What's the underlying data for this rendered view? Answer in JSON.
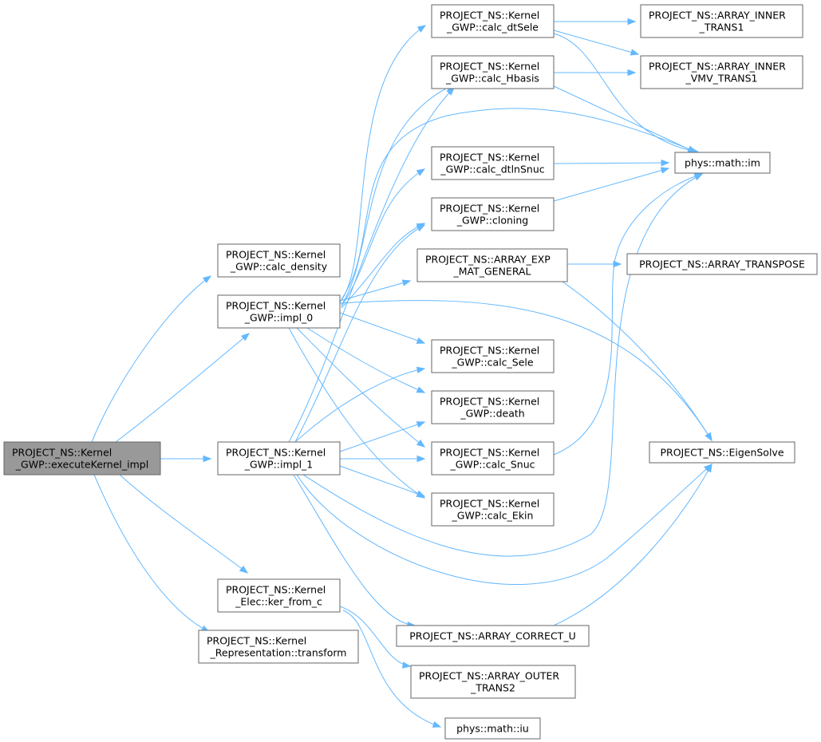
{
  "graph": {
    "nodes": [
      {
        "id": "root",
        "lines": [
          "PROJECT_NS::Kernel",
          "_GWP::executeKernel_impl"
        ],
        "root": true
      },
      {
        "id": "calc_density",
        "lines": [
          "PROJECT_NS::Kernel",
          "_GWP::calc_density"
        ]
      },
      {
        "id": "impl_0",
        "lines": [
          "PROJECT_NS::Kernel",
          "_GWP::impl_0"
        ]
      },
      {
        "id": "impl_1",
        "lines": [
          "PROJECT_NS::Kernel",
          "_GWP::impl_1"
        ]
      },
      {
        "id": "ker_from_c",
        "lines": [
          "PROJECT_NS::Kernel",
          "_Elec::ker_from_c"
        ]
      },
      {
        "id": "transform",
        "lines": [
          "PROJECT_NS::Kernel",
          "_Representation::transform"
        ]
      },
      {
        "id": "calc_dtSele",
        "lines": [
          "PROJECT_NS::Kernel",
          "_GWP::calc_dtSele"
        ]
      },
      {
        "id": "calc_Hbasis",
        "lines": [
          "PROJECT_NS::Kernel",
          "_GWP::calc_Hbasis"
        ]
      },
      {
        "id": "calc_dtlnSnuc",
        "lines": [
          "PROJECT_NS::Kernel",
          "_GWP::calc_dtlnSnuc"
        ]
      },
      {
        "id": "cloning",
        "lines": [
          "PROJECT_NS::Kernel",
          "_GWP::cloning"
        ]
      },
      {
        "id": "array_exp",
        "lines": [
          "PROJECT_NS::ARRAY_EXP",
          "_MAT_GENERAL"
        ]
      },
      {
        "id": "calc_Sele",
        "lines": [
          "PROJECT_NS::Kernel",
          "_GWP::calc_Sele"
        ]
      },
      {
        "id": "death",
        "lines": [
          "PROJECT_NS::Kernel",
          "_GWP::death"
        ]
      },
      {
        "id": "calc_Snuc",
        "lines": [
          "PROJECT_NS::Kernel",
          "_GWP::calc_Snuc"
        ]
      },
      {
        "id": "calc_Ekin",
        "lines": [
          "PROJECT_NS::Kernel",
          "_GWP::calc_Ekin"
        ]
      },
      {
        "id": "array_correct_u",
        "lines": [
          "PROJECT_NS::ARRAY_CORRECT_U"
        ]
      },
      {
        "id": "array_outer_trans2",
        "lines": [
          "PROJECT_NS::ARRAY_OUTER",
          "_TRANS2"
        ]
      },
      {
        "id": "iu",
        "lines": [
          "phys::math::iu"
        ]
      },
      {
        "id": "array_inner_trans1",
        "lines": [
          "PROJECT_NS::ARRAY_INNER",
          "_TRANS1"
        ]
      },
      {
        "id": "array_inner_vmv_trans1",
        "lines": [
          "PROJECT_NS::ARRAY_INNER",
          "_VMV_TRANS1"
        ]
      },
      {
        "id": "im",
        "lines": [
          "phys::math::im"
        ]
      },
      {
        "id": "array_transpose",
        "lines": [
          "PROJECT_NS::ARRAY_TRANSPOSE"
        ]
      },
      {
        "id": "eigensolve",
        "lines": [
          "PROJECT_NS::EigenSolve"
        ]
      }
    ],
    "edges": [
      [
        "root",
        "calc_density"
      ],
      [
        "root",
        "impl_0"
      ],
      [
        "root",
        "impl_1"
      ],
      [
        "root",
        "ker_from_c"
      ],
      [
        "root",
        "transform"
      ],
      [
        "impl_0",
        "calc_dtSele"
      ],
      [
        "impl_0",
        "calc_Hbasis"
      ],
      [
        "impl_0",
        "im"
      ],
      [
        "impl_0",
        "calc_dtlnSnuc"
      ],
      [
        "impl_0",
        "cloning"
      ],
      [
        "impl_0",
        "array_exp"
      ],
      [
        "impl_0",
        "eigensolve"
      ],
      [
        "impl_0",
        "calc_Sele"
      ],
      [
        "impl_0",
        "death"
      ],
      [
        "impl_0",
        "calc_Snuc"
      ],
      [
        "impl_0",
        "calc_Ekin"
      ],
      [
        "impl_1",
        "calc_Hbasis"
      ],
      [
        "impl_1",
        "cloning"
      ],
      [
        "impl_1",
        "calc_Sele"
      ],
      [
        "impl_1",
        "death"
      ],
      [
        "impl_1",
        "calc_Snuc"
      ],
      [
        "impl_1",
        "calc_Ekin"
      ],
      [
        "impl_1",
        "im"
      ],
      [
        "impl_1",
        "eigensolve"
      ],
      [
        "impl_1",
        "array_correct_u"
      ],
      [
        "ker_from_c",
        "array_outer_trans2"
      ],
      [
        "ker_from_c",
        "iu"
      ],
      [
        "calc_dtSele",
        "array_inner_trans1"
      ],
      [
        "calc_dtSele",
        "array_inner_vmv_trans1"
      ],
      [
        "calc_dtSele",
        "im"
      ],
      [
        "calc_Hbasis",
        "array_inner_vmv_trans1"
      ],
      [
        "calc_Hbasis",
        "im"
      ],
      [
        "calc_dtlnSnuc",
        "im"
      ],
      [
        "cloning",
        "im"
      ],
      [
        "array_exp",
        "array_transpose"
      ],
      [
        "array_exp",
        "eigensolve"
      ],
      [
        "calc_Snuc",
        "im"
      ],
      [
        "array_correct_u",
        "eigensolve"
      ]
    ]
  }
}
